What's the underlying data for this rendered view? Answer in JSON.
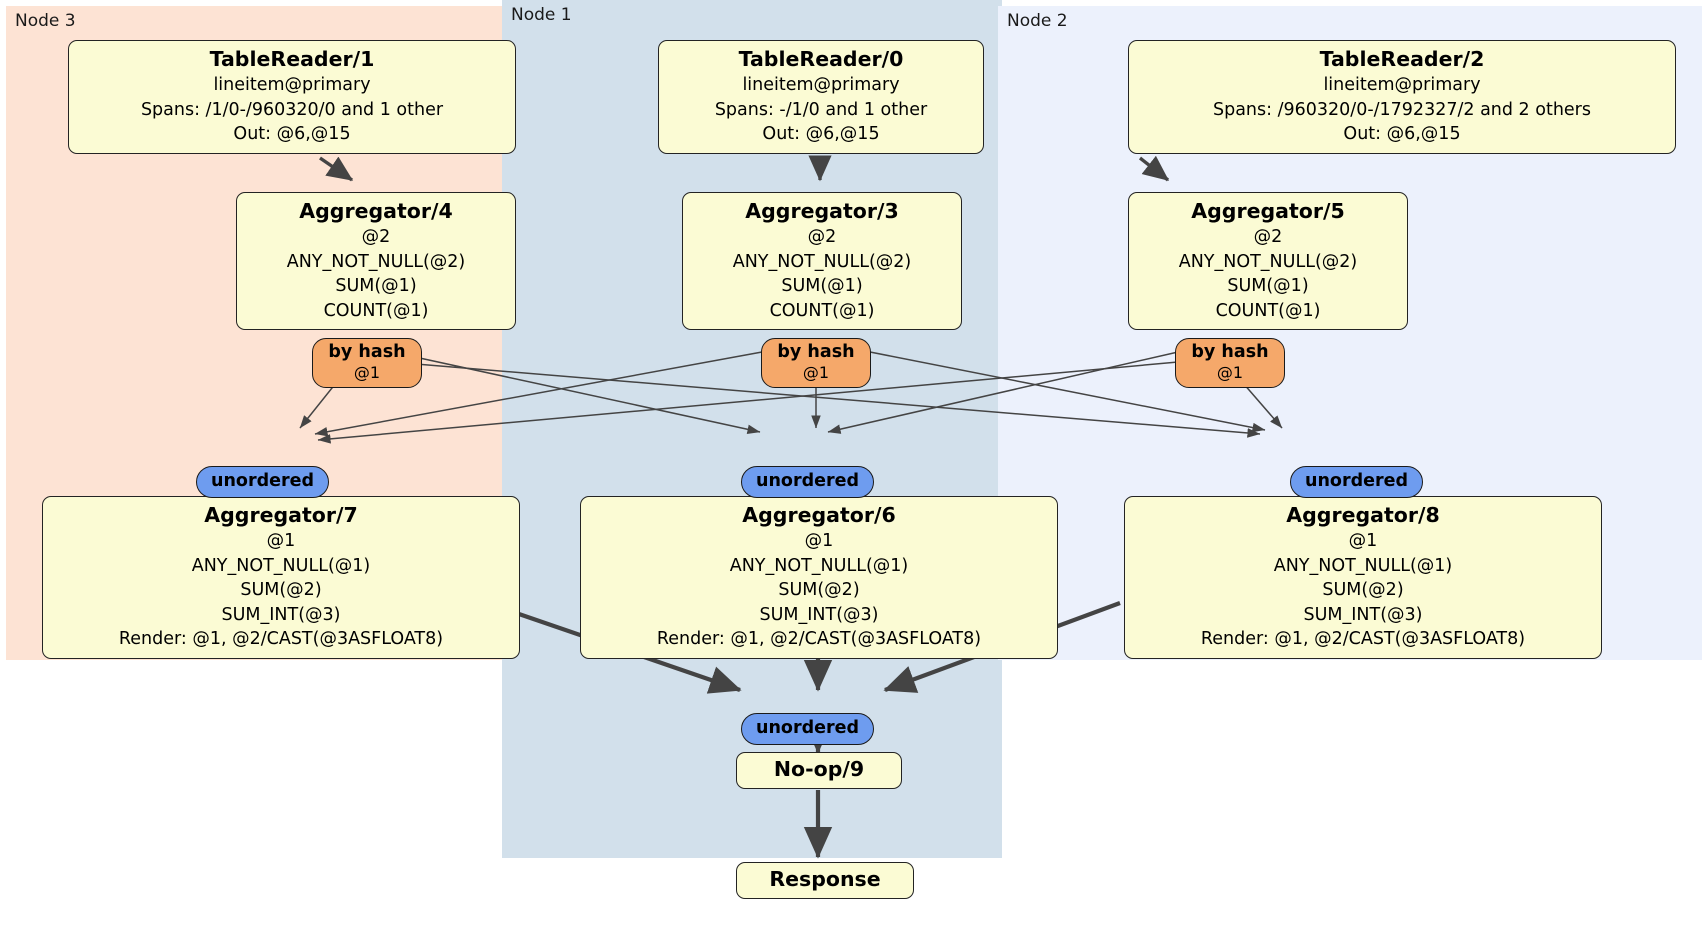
{
  "diagram": {
    "type": "distributed-query-plan",
    "panels": [
      {
        "id": "node3",
        "label": "Node 3",
        "color": "#FDE3D4"
      },
      {
        "id": "node1",
        "label": "Node 1",
        "color": "#D2E0EB"
      },
      {
        "id": "node2",
        "label": "Node 2",
        "color": "#ECF1FC"
      }
    ],
    "colors": {
      "processor_box": "#FBFBD4",
      "hash_router": "#F5A86A",
      "unordered_sync": "#6E9CEF",
      "border": "#232323",
      "edge": "#444444"
    },
    "table_readers": [
      {
        "id": "tablereader-1",
        "title": "TableReader/1",
        "lines": [
          "lineitem@primary",
          "Spans: /1/0-/960320/0 and 1 other",
          "Out: @6,@15"
        ]
      },
      {
        "id": "tablereader-0",
        "title": "TableReader/0",
        "lines": [
          "lineitem@primary",
          "Spans: -/1/0 and 1 other",
          "Out: @6,@15"
        ]
      },
      {
        "id": "tablereader-2",
        "title": "TableReader/2",
        "lines": [
          "lineitem@primary",
          "Spans: /960320/0-/1792327/2 and 2 others",
          "Out: @6,@15"
        ]
      }
    ],
    "aggregators_stage1": [
      {
        "id": "aggregator-4",
        "title": "Aggregator/4",
        "lines": [
          "@2",
          "ANY_NOT_NULL(@2)",
          "SUM(@1)",
          "COUNT(@1)"
        ]
      },
      {
        "id": "aggregator-3",
        "title": "Aggregator/3",
        "lines": [
          "@2",
          "ANY_NOT_NULL(@2)",
          "SUM(@1)",
          "COUNT(@1)"
        ]
      },
      {
        "id": "aggregator-5",
        "title": "Aggregator/5",
        "lines": [
          "@2",
          "ANY_NOT_NULL(@2)",
          "SUM(@1)",
          "COUNT(@1)"
        ]
      }
    ],
    "hash_routers": [
      {
        "id": "hash-router-left",
        "label": "by hash",
        "column": "@1"
      },
      {
        "id": "hash-router-center",
        "label": "by hash",
        "column": "@1"
      },
      {
        "id": "hash-router-right",
        "label": "by hash",
        "column": "@1"
      }
    ],
    "unordered_sync_stage1": [
      {
        "id": "unordered-left",
        "label": "unordered"
      },
      {
        "id": "unordered-center",
        "label": "unordered"
      },
      {
        "id": "unordered-right",
        "label": "unordered"
      }
    ],
    "aggregators_stage2": [
      {
        "id": "aggregator-7",
        "title": "Aggregator/7",
        "lines": [
          "@1",
          "ANY_NOT_NULL(@1)",
          "SUM(@2)",
          "SUM_INT(@3)",
          "Render: @1, @2/CAST(@3ASFLOAT8)"
        ]
      },
      {
        "id": "aggregator-6",
        "title": "Aggregator/6",
        "lines": [
          "@1",
          "ANY_NOT_NULL(@1)",
          "SUM(@2)",
          "SUM_INT(@3)",
          "Render: @1, @2/CAST(@3ASFLOAT8)"
        ]
      },
      {
        "id": "aggregator-8",
        "title": "Aggregator/8",
        "lines": [
          "@1",
          "ANY_NOT_NULL(@1)",
          "SUM(@2)",
          "SUM_INT(@3)",
          "Render: @1, @2/CAST(@3ASFLOAT8)"
        ]
      }
    ],
    "final": {
      "unordered": {
        "id": "unordered-final",
        "label": "unordered"
      },
      "noop": {
        "id": "no-op-9",
        "title": "No-op/9"
      },
      "response": {
        "id": "response",
        "title": "Response"
      }
    }
  }
}
